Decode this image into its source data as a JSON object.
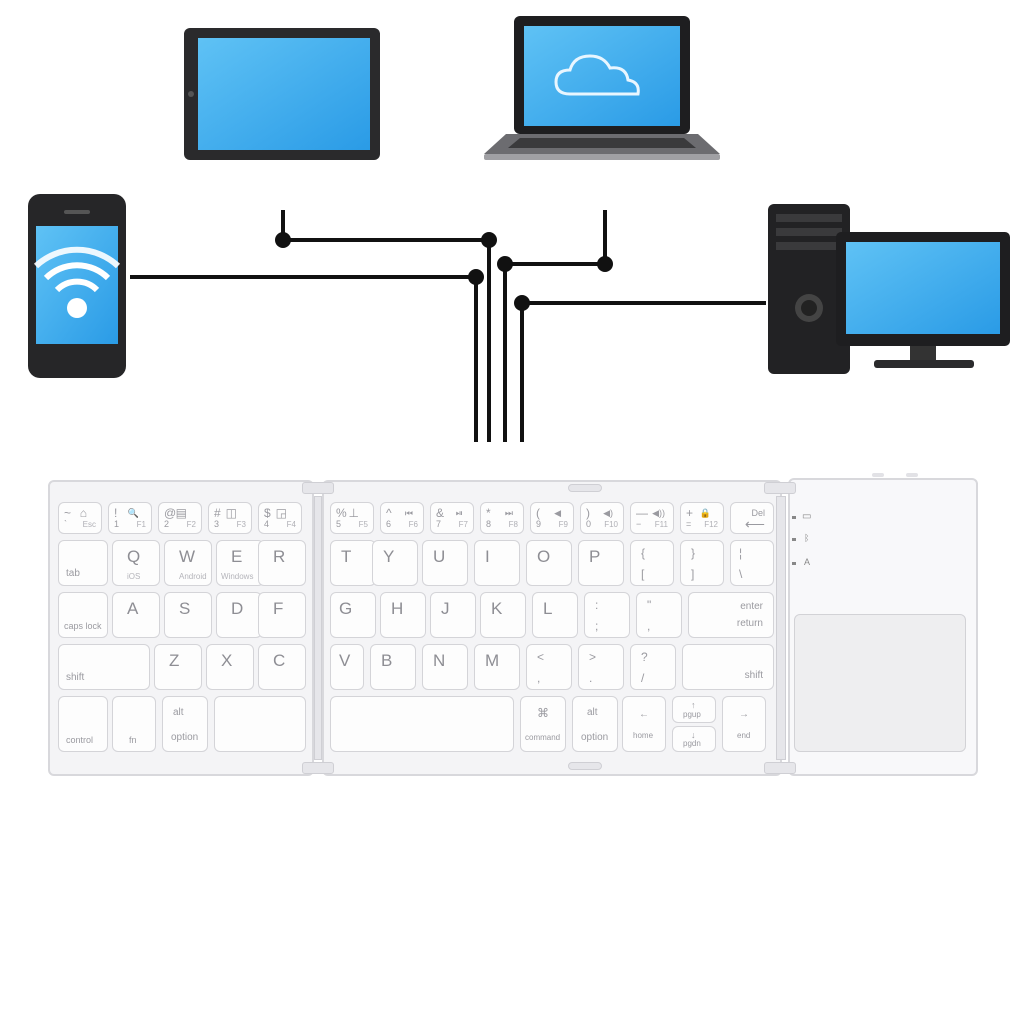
{
  "keyboard": {
    "fn_row_left": [
      {
        "top": "~",
        "top2": "⌂",
        "bottom": "`",
        "fn": "Esc"
      },
      {
        "top": "!",
        "top2": "🔍",
        "bottom": "1",
        "fn": "F1"
      },
      {
        "top": "@",
        "top2": "▤",
        "bottom": "2",
        "fn": "F2"
      },
      {
        "top": "#",
        "top2": "◫",
        "bottom": "3",
        "fn": "F3"
      },
      {
        "top": "$",
        "top2": "◲",
        "bottom": "4",
        "fn": "F4"
      }
    ],
    "fn_row_right": [
      {
        "top": "%",
        "top2": "⊥",
        "bottom": "5",
        "fn": "F5"
      },
      {
        "top": "^",
        "top2": "⏮",
        "bottom": "6",
        "fn": "F6"
      },
      {
        "top": "&",
        "top2": "⏯",
        "bottom": "7",
        "fn": "F7"
      },
      {
        "top": "*",
        "top2": "⏭",
        "bottom": "8",
        "fn": "F8"
      },
      {
        "top": "(",
        "top2": "◀",
        "bottom": "9",
        "fn": "F9"
      },
      {
        "top": ")",
        "top2": "◀)",
        "bottom": "0",
        "fn": "F10"
      },
      {
        "top": "—",
        "top2": "◀))",
        "bottom": "−",
        "fn": "F11"
      },
      {
        "top": "+",
        "top2": "🔒",
        "bottom": "=",
        "fn": "F12"
      },
      {
        "top": "Del",
        "top2": "",
        "bottom": "⟵",
        "fn": ""
      }
    ],
    "row_q_left": [
      {
        "label": "tab"
      },
      {
        "label": "Q",
        "sub": "iOS"
      },
      {
        "label": "W",
        "sub": "Android"
      },
      {
        "label": "E",
        "sub": "Windows"
      },
      {
        "label": "R"
      }
    ],
    "row_q_right": [
      {
        "label": "T"
      },
      {
        "label": "Y"
      },
      {
        "label": "U"
      },
      {
        "label": "I"
      },
      {
        "label": "O"
      },
      {
        "label": "P"
      },
      {
        "top": "{",
        "bottom": "["
      },
      {
        "top": "}",
        "bottom": "]"
      },
      {
        "top": "¦",
        "bottom": "\\"
      }
    ],
    "row_a_left": [
      {
        "label": "caps lock"
      },
      {
        "label": "A"
      },
      {
        "label": "S"
      },
      {
        "label": "D"
      },
      {
        "label": "F"
      }
    ],
    "row_a_right": [
      {
        "label": "G"
      },
      {
        "label": "H"
      },
      {
        "label": "J"
      },
      {
        "label": "K"
      },
      {
        "label": "L"
      },
      {
        "top": ":",
        "bottom": ";"
      },
      {
        "top": "\"",
        "bottom": ","
      },
      {
        "top": "enter",
        "bottom": "return"
      }
    ],
    "row_z_left": [
      {
        "label": "shift"
      },
      {
        "label": "Z"
      },
      {
        "label": "X"
      },
      {
        "label": "C"
      }
    ],
    "row_z_right": [
      {
        "label": "V"
      },
      {
        "label": "B"
      },
      {
        "label": "N"
      },
      {
        "label": "M"
      },
      {
        "top": "<",
        "bottom": ","
      },
      {
        "top": ">",
        "bottom": "."
      },
      {
        "top": "?",
        "bottom": "/"
      },
      {
        "label": "shift"
      }
    ],
    "row_bottom_left": [
      {
        "label": "control"
      },
      {
        "label": "fn"
      },
      {
        "top": "alt",
        "bottom": "option"
      },
      {
        "label": ""
      }
    ],
    "row_bottom_right": [
      {
        "label": ""
      },
      {
        "top": "⌘",
        "bottom": "command"
      },
      {
        "top": "alt",
        "bottom": "option"
      },
      {
        "top": "←",
        "bottom": "home"
      },
      {
        "top": "↑",
        "bottom": "pgup"
      },
      {
        "top": "↓",
        "bottom": "pgdn"
      },
      {
        "top": "→",
        "bottom": "end"
      }
    ],
    "indicators": [
      {
        "icon": "battery-icon",
        "glyph": "▭"
      },
      {
        "icon": "bluetooth-icon",
        "glyph": "ᛒ"
      },
      {
        "icon": "caps-indicator-icon",
        "glyph": "A"
      }
    ]
  },
  "devices": [
    "tablet",
    "laptop",
    "smartphone",
    "desktop-computer"
  ]
}
